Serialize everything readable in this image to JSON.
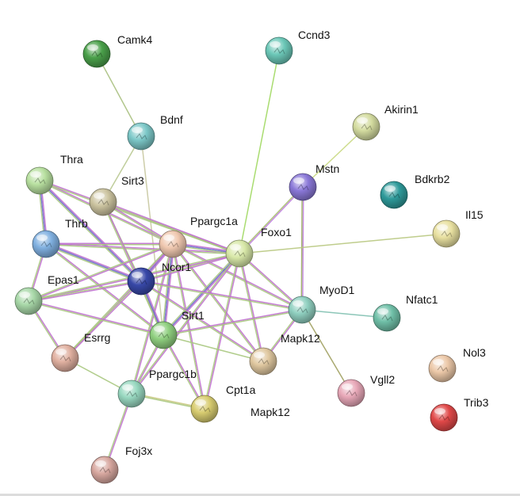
{
  "network": {
    "nodes": [
      {
        "id": "Camk4",
        "label": "Camk4",
        "color": "#4aa04a"
      },
      {
        "id": "Ccnd3",
        "label": "Ccnd3",
        "color": "#6cc8b8"
      },
      {
        "id": "Akirin1",
        "label": "Akirin1",
        "color": "#d4dca0"
      },
      {
        "id": "Bdnf",
        "label": "Bdnf",
        "color": "#7cc8c8"
      },
      {
        "id": "Mstn",
        "label": "Mstn",
        "color": "#8a78d8"
      },
      {
        "id": "Bdkrb2",
        "label": "Bdkrb2",
        "color": "#2e9a9a"
      },
      {
        "id": "Thra",
        "label": "Thra",
        "color": "#b8e0a0"
      },
      {
        "id": "Sirt3",
        "label": "Sirt3",
        "color": "#ccc4a0"
      },
      {
        "id": "Thrb",
        "label": "Thrb",
        "color": "#80b0e0"
      },
      {
        "id": "Ppargc1a",
        "label": "Ppargc1a",
        "color": "#f0c8b0"
      },
      {
        "id": "Foxo1",
        "label": "Foxo1",
        "color": "#d8e8a8"
      },
      {
        "id": "Il15",
        "label": "Il15",
        "color": "#e8e0a0"
      },
      {
        "id": "Ncor1",
        "label": "Ncor1",
        "color": "#3848a8"
      },
      {
        "id": "Epas1",
        "label": "Epas1",
        "color": "#a8d8a8"
      },
      {
        "id": "MyoD1",
        "label": "MyoD1",
        "color": "#90d0c0"
      },
      {
        "id": "Nfatc1",
        "label": "Nfatc1",
        "color": "#70c0a8"
      },
      {
        "id": "Sirt1",
        "label": "Sirt1",
        "color": "#90d080"
      },
      {
        "id": "Esrrg",
        "label": "Esrrg",
        "color": "#e0b0a0"
      },
      {
        "id": "Mapk12a",
        "label": "Mapk12",
        "color": "#e0c8a0"
      },
      {
        "id": "Nol3",
        "label": "Nol3",
        "color": "#ecc8a8"
      },
      {
        "id": "Ppargc1b",
        "label": "Ppargc1b",
        "color": "#98d8c0"
      },
      {
        "id": "Cpt1a",
        "label": "Cpt1a",
        "color": "#d8cc70"
      },
      {
        "id": "Vgll2",
        "label": "Vgll2",
        "color": "#e8a8b8"
      },
      {
        "id": "Trib3",
        "label": "Trib3",
        "color": "#e04848"
      },
      {
        "id": "Mapk12b",
        "label": "Mapk12",
        "color": null
      },
      {
        "id": "Foj3x",
        "label": "Foj3x",
        "color": "#d8a8a0"
      }
    ],
    "edges": [
      {
        "a": "Camk4",
        "b": "Bdnf",
        "colors": [
          "#a8c080"
        ]
      },
      {
        "a": "Ccnd3",
        "b": "Foxo1",
        "colors": [
          "#a0d860"
        ]
      },
      {
        "a": "Akirin1",
        "b": "Mstn",
        "colors": [
          "#c8d880"
        ]
      },
      {
        "a": "Mstn",
        "b": "Foxo1",
        "colors": [
          "#c080e0",
          "#a8c070"
        ]
      },
      {
        "a": "Mstn",
        "b": "MyoD1",
        "colors": [
          "#c080e0",
          "#9aac60"
        ]
      },
      {
        "a": "Foxo1",
        "b": "Il15",
        "colors": [
          "#b8c880"
        ]
      },
      {
        "a": "Bdnf",
        "b": "Sirt3",
        "colors": [
          "#b8c890"
        ]
      },
      {
        "a": "Bdnf",
        "b": "Sirt1",
        "colors": [
          "#c8c8a0"
        ]
      },
      {
        "a": "Thra",
        "b": "Thrb",
        "colors": [
          "#c070d0",
          "#6868c8",
          "#a8c880"
        ]
      },
      {
        "a": "Thra",
        "b": "Ncor1",
        "colors": [
          "#c070d0",
          "#6868c8",
          "#a8c880"
        ]
      },
      {
        "a": "Thra",
        "b": "Ppargc1a",
        "colors": [
          "#c070d0",
          "#a8c880"
        ]
      },
      {
        "a": "Thra",
        "b": "Foxo1",
        "colors": [
          "#c070d0",
          "#a8c880"
        ]
      },
      {
        "a": "Thrb",
        "b": "Ncor1",
        "colors": [
          "#c070d0",
          "#6868c8",
          "#a8c880"
        ]
      },
      {
        "a": "Thrb",
        "b": "Ppargc1a",
        "colors": [
          "#c070d0",
          "#a8c880"
        ]
      },
      {
        "a": "Thrb",
        "b": "Foxo1",
        "colors": [
          "#c070d0",
          "#a8c880"
        ]
      },
      {
        "a": "Thrb",
        "b": "Epas1",
        "colors": [
          "#c070d0",
          "#a8c880"
        ]
      },
      {
        "a": "Thrb",
        "b": "Sirt1",
        "colors": [
          "#c070d0",
          "#a8c880"
        ]
      },
      {
        "a": "Sirt3",
        "b": "Ppargc1a",
        "colors": [
          "#c070d0",
          "#a8c880"
        ]
      },
      {
        "a": "Sirt3",
        "b": "Foxo1",
        "colors": [
          "#c070d0",
          "#a8c880"
        ]
      },
      {
        "a": "Sirt3",
        "b": "Ncor1",
        "colors": [
          "#a8c880"
        ]
      },
      {
        "a": "Sirt3",
        "b": "Sirt1",
        "colors": [
          "#c070d0",
          "#a8c880"
        ]
      },
      {
        "a": "Ppargc1a",
        "b": "Foxo1",
        "colors": [
          "#c070d0",
          "#6868c8",
          "#a8c880"
        ]
      },
      {
        "a": "Ppargc1a",
        "b": "Ncor1",
        "colors": [
          "#c070d0",
          "#6868c8",
          "#a8c880"
        ]
      },
      {
        "a": "Ppargc1a",
        "b": "Sirt1",
        "colors": [
          "#c070d0",
          "#6868c8",
          "#a8c880"
        ]
      },
      {
        "a": "Ppargc1a",
        "b": "Esrrg",
        "colors": [
          "#c070d0",
          "#a8c880"
        ]
      },
      {
        "a": "Ppargc1a",
        "b": "Epas1",
        "colors": [
          "#c070d0",
          "#a8c880"
        ]
      },
      {
        "a": "Ppargc1a",
        "b": "MyoD1",
        "colors": [
          "#c070d0",
          "#a8c880"
        ]
      },
      {
        "a": "Ppargc1a",
        "b": "Cpt1a",
        "colors": [
          "#c070d0",
          "#a8c880"
        ]
      },
      {
        "a": "Ppargc1a",
        "b": "Mapk12a",
        "colors": [
          "#c070d0",
          "#a8c880"
        ]
      },
      {
        "a": "Ppargc1a",
        "b": "Ppargc1b",
        "colors": [
          "#c070d0",
          "#a8c880"
        ]
      },
      {
        "a": "Foxo1",
        "b": "Ncor1",
        "colors": [
          "#c070d0",
          "#a8c880"
        ]
      },
      {
        "a": "Foxo1",
        "b": "Sirt1",
        "colors": [
          "#c070d0",
          "#6868c8",
          "#a8c880"
        ]
      },
      {
        "a": "Foxo1",
        "b": "MyoD1",
        "colors": [
          "#c070d0",
          "#a8c880"
        ]
      },
      {
        "a": "Foxo1",
        "b": "Epas1",
        "colors": [
          "#c070d0",
          "#a8c880"
        ]
      },
      {
        "a": "Foxo1",
        "b": "Mapk12a",
        "colors": [
          "#c070d0",
          "#a8c880"
        ]
      },
      {
        "a": "Foxo1",
        "b": "Cpt1a",
        "colors": [
          "#c070d0",
          "#a8c880"
        ]
      },
      {
        "a": "Foxo1",
        "b": "Ppargc1b",
        "colors": [
          "#c070d0",
          "#a8c880"
        ]
      },
      {
        "a": "Ncor1",
        "b": "Sirt1",
        "colors": [
          "#c070d0",
          "#6868c8",
          "#a8c880"
        ]
      },
      {
        "a": "Ncor1",
        "b": "Epas1",
        "colors": [
          "#c070d0",
          "#a8c880"
        ]
      },
      {
        "a": "Ncor1",
        "b": "MyoD1",
        "colors": [
          "#c070d0",
          "#a8c880"
        ]
      },
      {
        "a": "Ncor1",
        "b": "Esrrg",
        "colors": [
          "#c070d0",
          "#a8c880"
        ]
      },
      {
        "a": "Ncor1",
        "b": "Mapk12a",
        "colors": [
          "#c070d0",
          "#a8c880"
        ]
      },
      {
        "a": "Epas1",
        "b": "Esrrg",
        "colors": [
          "#c070d0",
          "#a8c880"
        ]
      },
      {
        "a": "Epas1",
        "b": "Sirt1",
        "colors": [
          "#c070d0",
          "#a8c880"
        ]
      },
      {
        "a": "Sirt1",
        "b": "MyoD1",
        "colors": [
          "#c070d0",
          "#a8c880"
        ]
      },
      {
        "a": "Sirt1",
        "b": "Ppargc1b",
        "colors": [
          "#c070d0",
          "#a8c880"
        ]
      },
      {
        "a": "Sirt1",
        "b": "Cpt1a",
        "colors": [
          "#c070d0",
          "#a8c880"
        ]
      },
      {
        "a": "Sirt1",
        "b": "Mapk12a",
        "colors": [
          "#a8c880"
        ]
      },
      {
        "a": "MyoD1",
        "b": "Nfatc1",
        "colors": [
          "#80c0b0"
        ]
      },
      {
        "a": "MyoD1",
        "b": "Vgll2",
        "colors": [
          "#a0a060"
        ]
      },
      {
        "a": "MyoD1",
        "b": "Mapk12a",
        "colors": [
          "#c070d0",
          "#a8c880"
        ]
      },
      {
        "a": "Esrrg",
        "b": "Ppargc1b",
        "colors": [
          "#a8c880"
        ]
      },
      {
        "a": "Ppargc1b",
        "b": "Cpt1a",
        "colors": [
          "#c8c880",
          "#a8c880"
        ]
      },
      {
        "a": "Ppargc1b",
        "b": "Foj3x",
        "colors": [
          "#c070d0",
          "#a8c880"
        ]
      }
    ]
  }
}
